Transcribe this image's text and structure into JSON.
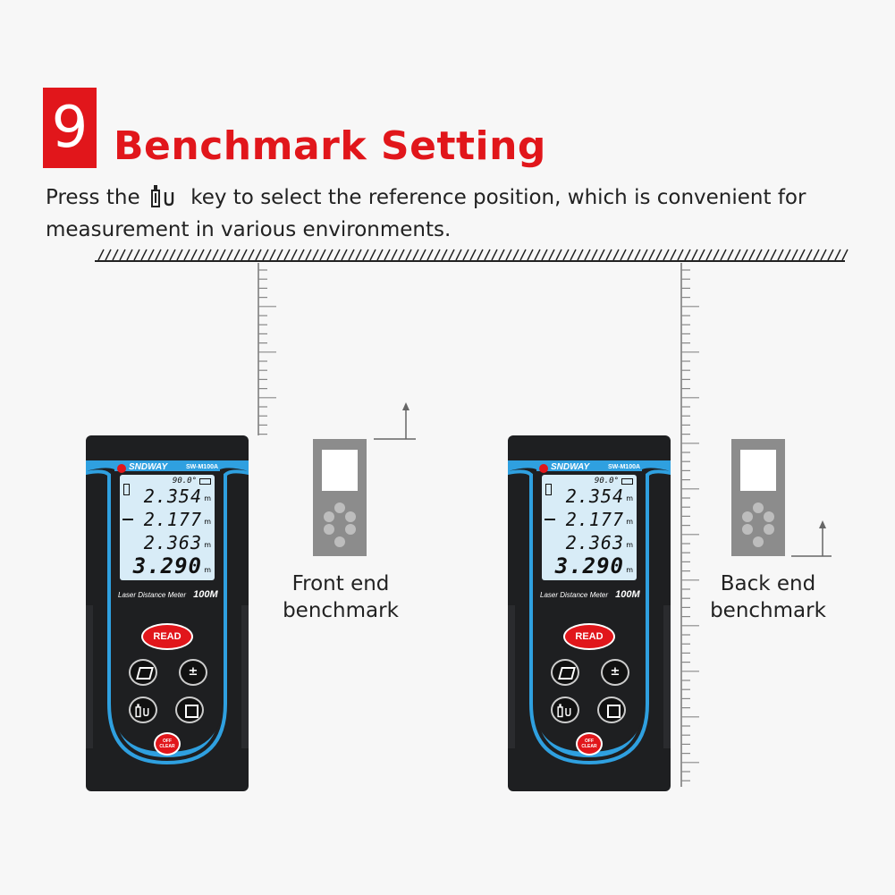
{
  "badge": {
    "number": "9"
  },
  "header": {
    "title": "Benchmark Setting"
  },
  "description": {
    "before": "Press the",
    "key_icon": "benchmark-key-icon",
    "after": "key to select the reference position, which is convenient for measurement in various environments."
  },
  "devices": [
    {
      "brand": "SNDWAY",
      "model": "SW-M100A",
      "label": "Laser Distance Meter",
      "range": "100M",
      "display": {
        "angle": "90.0°",
        "line1": "2.354",
        "line2": "2.177",
        "line3": "2.363",
        "main": "3.290",
        "unit": "m"
      },
      "buttons": {
        "read": "READ",
        "off": "OFF",
        "clear": "CLEAR"
      }
    },
    {
      "brand": "SNDWAY",
      "model": "SW-M100A",
      "label": "Laser Distance Meter",
      "range": "100M",
      "display": {
        "angle": "90.0°",
        "line1": "2.354",
        "line2": "2.177",
        "line3": "2.363",
        "main": "3.290",
        "unit": "m"
      },
      "buttons": {
        "read": "READ",
        "off": "OFF",
        "clear": "CLEAR"
      }
    }
  ],
  "captions": {
    "front": [
      "Front end",
      "benchmark"
    ],
    "back": [
      "Back end",
      "benchmark"
    ]
  },
  "colors": {
    "accent_red": "#e1161b",
    "device_blue": "#2fa0e0",
    "device_body": "#1e1f21",
    "silhouette_gray": "#8c8c8c"
  }
}
